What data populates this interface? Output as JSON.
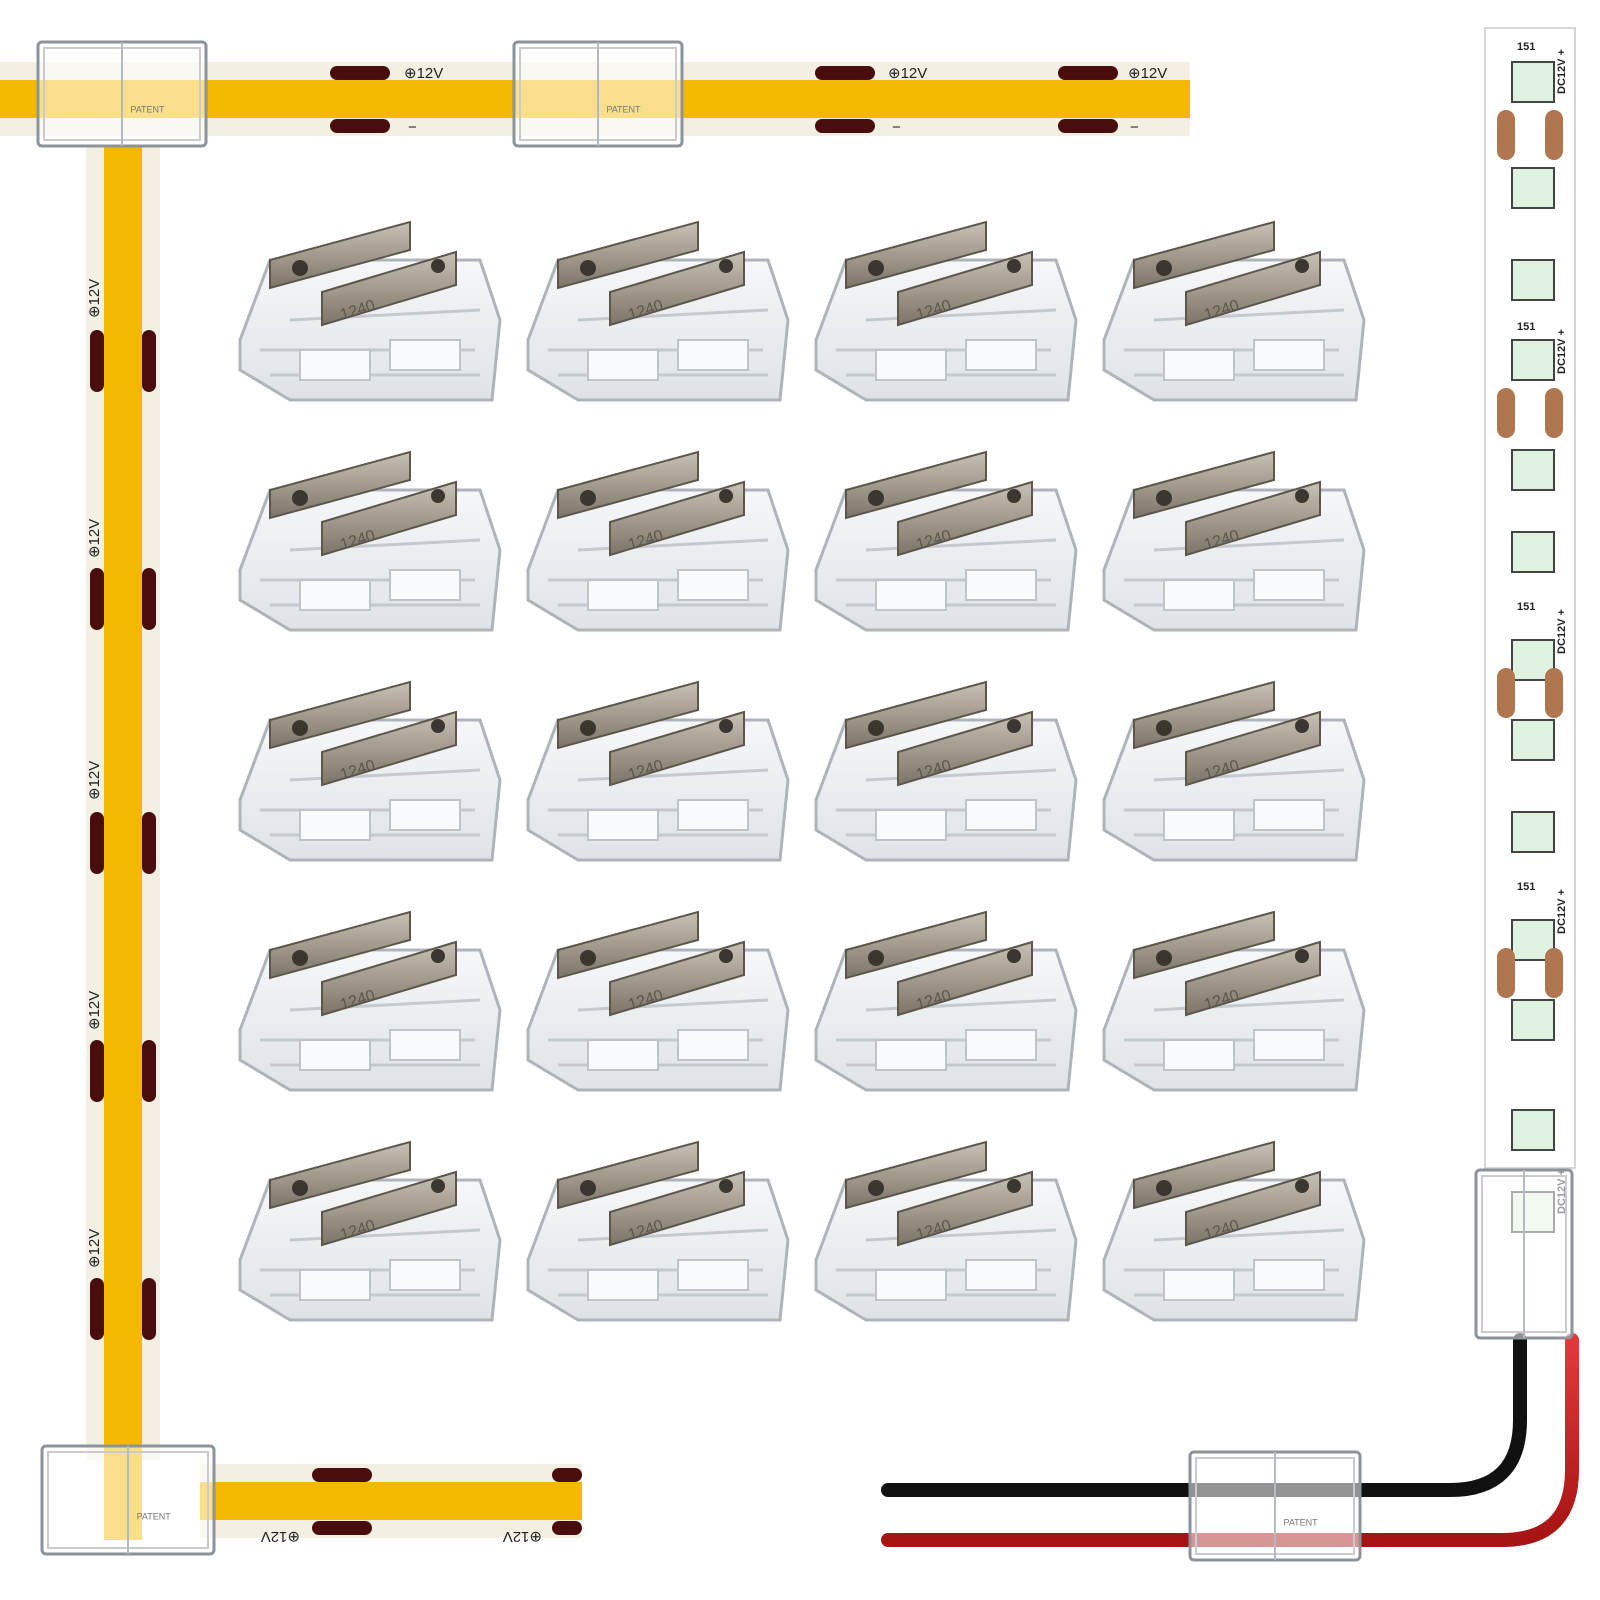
{
  "strip_labels": {
    "positive": "⊕12V",
    "negative": "−",
    "white_strip_voltage": "DC12V +",
    "white_strip_code": "151",
    "connector_marking": "PATENT"
  },
  "connector_part_number": "1240",
  "grid": {
    "rows": 5,
    "columns": 4,
    "count": 20
  },
  "colors": {
    "cob_strip": "#f2b900",
    "pcb_edge": "#f3efe3",
    "pad": "#4a0d0d",
    "metal_clip": "#a39b8e",
    "clear_plastic": "#e9ecef",
    "white_strip_pad": "#b0764f",
    "led_chip": "#dff2df",
    "wire_black": "#111111",
    "wire_red": "#cc1c1c"
  }
}
